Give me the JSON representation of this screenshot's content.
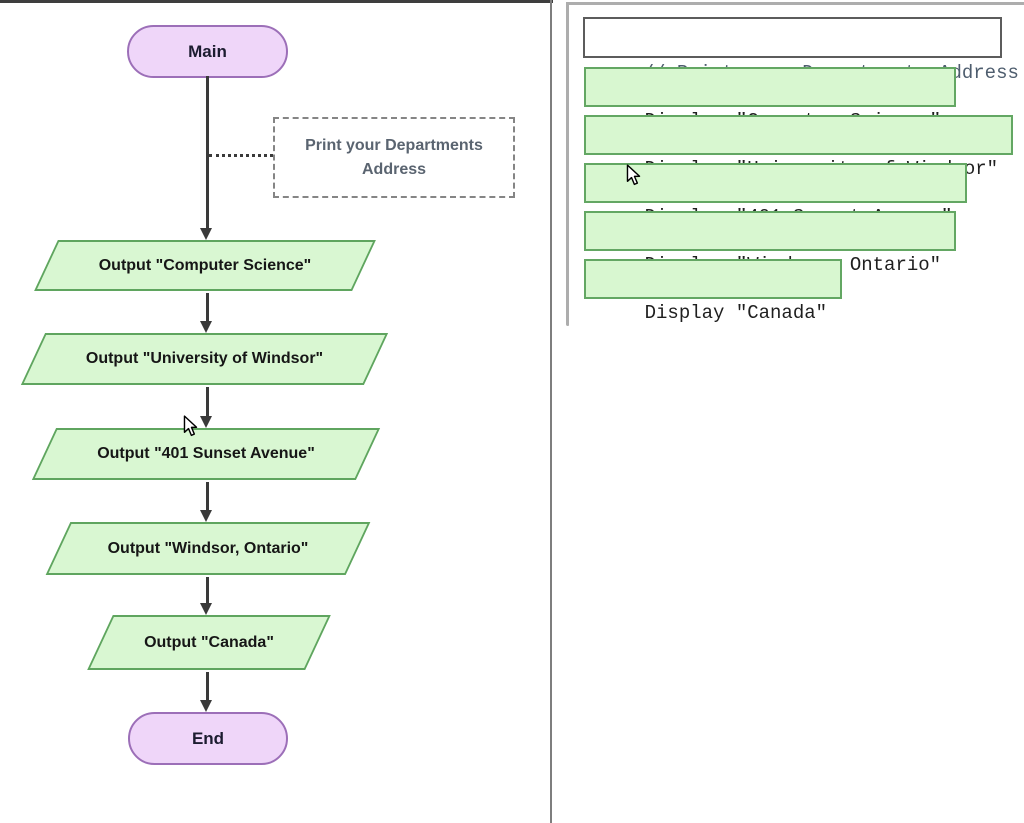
{
  "flowchart": {
    "start_label": "Main",
    "end_label": "End",
    "comment": "Print your Departments Address",
    "outputs": [
      "Output \"Computer Science\"",
      "Output \"University of Windsor\"",
      "Output \"401 Sunset Avenue\"",
      "Output \"Windsor, Ontario\"",
      "Output \"Canada\""
    ]
  },
  "code": {
    "comment": "// Print your Departments Address",
    "lines": [
      "Display \"Computer Science\"",
      "Display \"University of Windsor\"",
      "Display \"401 Sunset Avenue\"",
      "Display \"Windsor, Ontario\"",
      "Display \"Canada\""
    ]
  },
  "colors": {
    "terminal_fill": "#efd6f9",
    "terminal_border": "#9c6fb8",
    "output_fill": "#d9f7d2",
    "output_border": "#5fa55f",
    "code_fill": "#d8f7d0",
    "code_border": "#63a763",
    "connector": "#3a3a3a",
    "comment_text": "#5a6470"
  }
}
